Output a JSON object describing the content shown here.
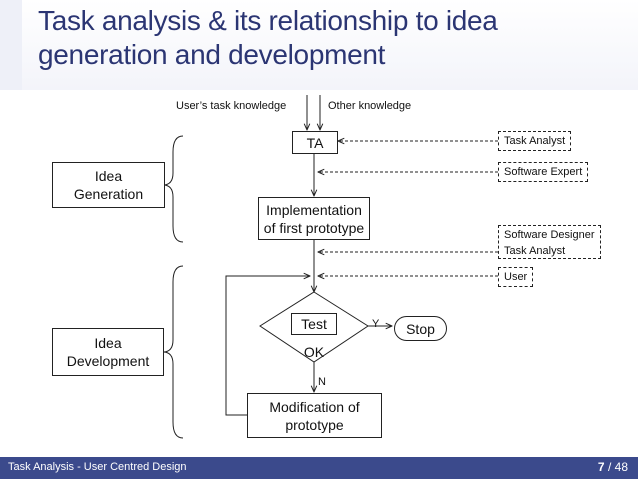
{
  "slide": {
    "title_line1": "Task analysis & its relationship to idea",
    "title_line2": "generation and development"
  },
  "diagram": {
    "inputs": {
      "task_knowledge": "User’s task knowledge",
      "other_knowledge": "Other knowledge"
    },
    "nodes": {
      "ta": "TA",
      "impl_line1": "Implementation",
      "impl_line2": "of first prototype",
      "test_line1": "Test",
      "test_line2": "OK",
      "stop": "Stop",
      "mod_line1": "Modification of",
      "mod_line2": "prototype"
    },
    "phases": {
      "generation_line1": "Idea",
      "generation_line2": "Generation",
      "development_line1": "Idea",
      "development_line2": "Development"
    },
    "roles": {
      "task_analyst": "Task Analyst",
      "software_expert": "Software Expert",
      "software_designer": "Software Designer",
      "task_analyst_2": "Task Analyst",
      "user": "User"
    },
    "edges": {
      "yes": "Y",
      "no": "N"
    }
  },
  "footer": {
    "course": "Task Analysis - User Centred Design",
    "page_current": "7",
    "page_total": "48"
  }
}
